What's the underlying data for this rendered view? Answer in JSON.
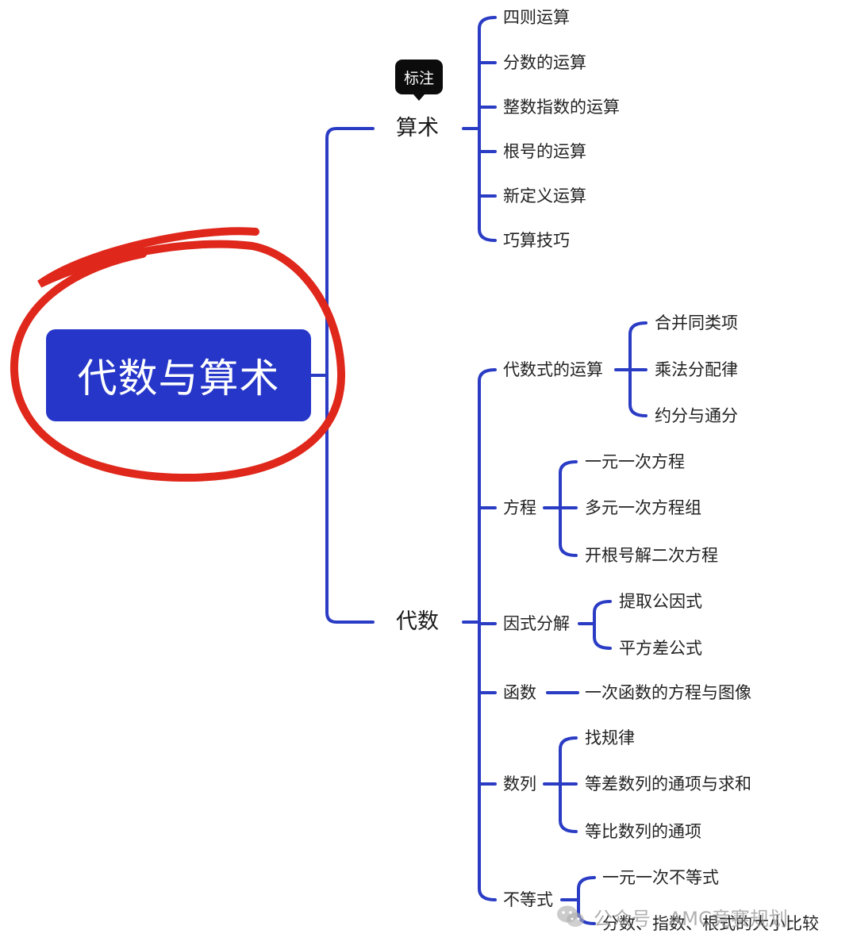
{
  "diagram": {
    "root": "代数与算术",
    "callout": "标注",
    "branches": [
      {
        "label": "算术",
        "children": [
          "四则运算",
          "分数的运算",
          "整数指数的运算",
          "根号的运算",
          "新定义运算",
          "巧算技巧"
        ]
      },
      {
        "label": "代数",
        "children": [
          {
            "label": "代数式的运算",
            "children": [
              "合并同类项",
              "乘法分配律",
              "约分与通分"
            ]
          },
          {
            "label": "方程",
            "children": [
              "一元一次方程",
              "多元一次方程组",
              "开根号解二次方程"
            ]
          },
          {
            "label": "因式分解",
            "children": [
              "提取公因式",
              "平方差公式"
            ]
          },
          {
            "label": "函数",
            "children": [
              "一次函数的方程与图像"
            ]
          },
          {
            "label": "数列",
            "children": [
              "找规律",
              "等差数列的通项与求和",
              "等比数列的通项"
            ]
          },
          {
            "label": "不等式",
            "children": [
              "一元一次不等式",
              "分数、指数、根式的大小比较"
            ]
          }
        ]
      }
    ]
  },
  "watermark": {
    "text": "公众号 · AMC竞赛规划"
  },
  "colors": {
    "connector": "#2b3cc4",
    "root_fill": "#2536c9",
    "highlight_ring": "#e0271c",
    "callout_fill": "#0c0c0c"
  }
}
